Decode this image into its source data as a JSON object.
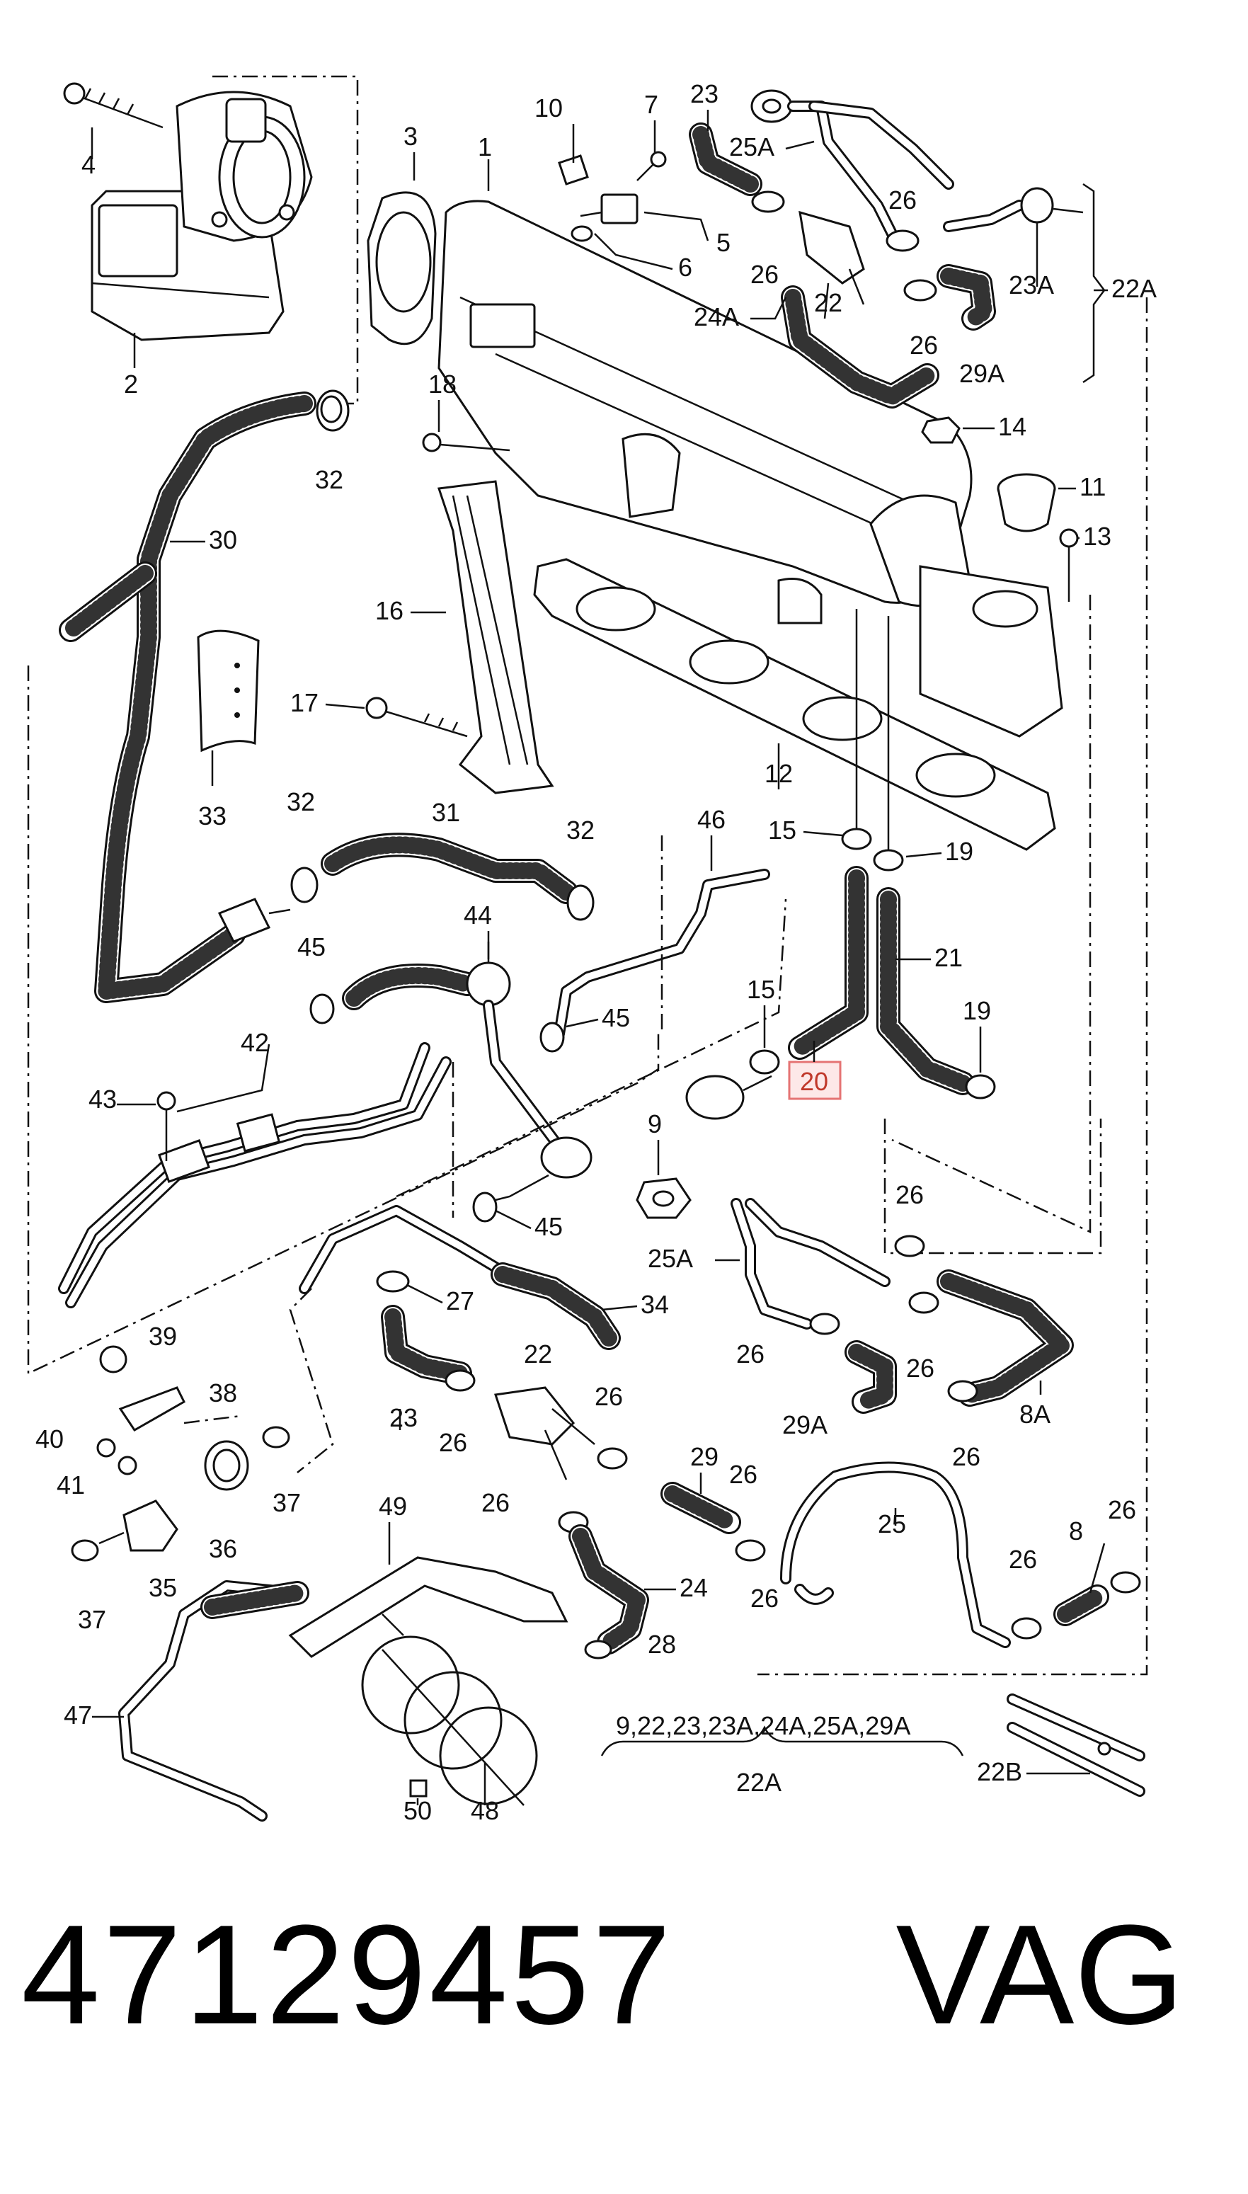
{
  "diagram": {
    "labels": {
      "l1": "1",
      "l2": "2",
      "l3": "3",
      "l4": "4",
      "l5": "5",
      "l6": "6",
      "l7": "7",
      "l8": "8",
      "l8a": "8A",
      "l9": "9",
      "l10": "10",
      "l11": "11",
      "l12": "12",
      "l13": "13",
      "l14": "14",
      "l15a": "15",
      "l15b": "15",
      "l16": "16",
      "l17": "17",
      "l18": "18",
      "l19a": "19",
      "l19b": "19",
      "l20": "20",
      "l21": "21",
      "l22a": "22",
      "l22b": "22",
      "l22A_top": "22A",
      "l22A_bottom": "22A",
      "l22B": "22B",
      "l23a": "23",
      "l23b": "23",
      "l23A": "23A",
      "l24": "24",
      "l24A": "24A",
      "l25": "25",
      "l25A_top": "25A",
      "l25A_mid": "25A",
      "l26_1": "26",
      "l26_2": "26",
      "l26_3": "26",
      "l26_4": "26",
      "l26_5": "26",
      "l26_6": "26",
      "l26_7": "26",
      "l26_8": "26",
      "l26_9": "26",
      "l26_10": "26",
      "l26_11": "26",
      "l26_12": "26",
      "l26_13": "26",
      "l26_14": "26",
      "l27": "27",
      "l28": "28",
      "l29": "29",
      "l29A_top": "29A",
      "l29A_mid": "29A",
      "l30": "30",
      "l31": "31",
      "l32a": "32",
      "l32b": "32",
      "l32c": "32",
      "l33": "33",
      "l34": "34",
      "l35": "35",
      "l36": "36",
      "l37a": "37",
      "l37b": "37",
      "l38": "38",
      "l39": "39",
      "l40": "40",
      "l41": "41",
      "l42": "42",
      "l43": "43",
      "l44": "44",
      "l45a": "45",
      "l45b": "45",
      "l45c": "45",
      "l46": "46",
      "l47": "47",
      "l48": "48",
      "l49": "49",
      "l50": "50"
    },
    "kit_note": "9,22,23,23A,24A,25A,29A",
    "highlight_color": "#e57373"
  },
  "footer": {
    "part_number": "47129457",
    "brand": "VAG"
  }
}
